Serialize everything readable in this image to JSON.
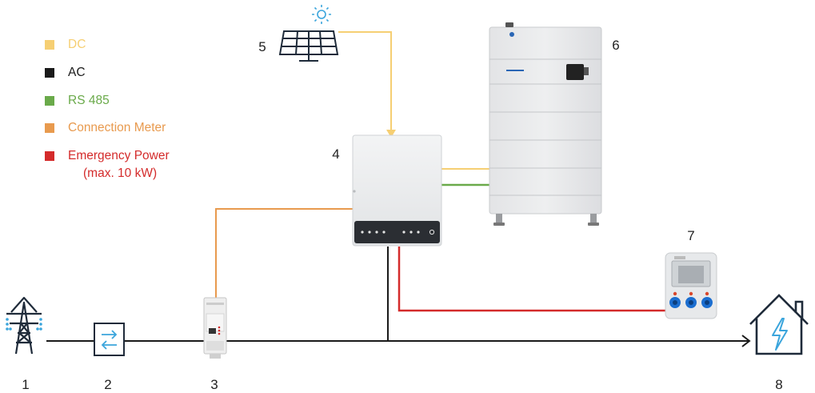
{
  "colors": {
    "dc": "#f6cf73",
    "ac": "#1a1a1a",
    "rs485": "#6aaa4a",
    "meter": "#e89a4e",
    "emergency": "#d42b2b",
    "blue_accent": "#3ba5dc",
    "panel_gray": "#e8e9ea"
  },
  "legend": {
    "items": [
      {
        "label": "DC",
        "color": "#f6cf73"
      },
      {
        "label": "AC",
        "color": "#1a1a1a"
      },
      {
        "label": "RS 485",
        "color": "#6aaa4a"
      },
      {
        "label": "Connection Meter",
        "color": "#e89a4e"
      },
      {
        "label": "Emergency Power",
        "sublabel": "(max. 10 kW)",
        "color": "#d42b2b"
      }
    ]
  },
  "components": {
    "grid_pylon": {
      "number": "1",
      "icon": "power-pylon-icon"
    },
    "switch_box": {
      "number": "2",
      "icon": "bidirectional-arrows-icon"
    },
    "energy_meter": {
      "number": "3",
      "icon": "din-rail-meter-icon"
    },
    "inverter": {
      "number": "4",
      "icon": "hybrid-inverter-icon"
    },
    "solar_panel": {
      "number": "5",
      "icon": "solar-panel-icon"
    },
    "battery_stack": {
      "number": "6",
      "icon": "battery-stack-icon"
    },
    "emergency_outlet": {
      "number": "7",
      "icon": "socket-box-icon"
    },
    "house": {
      "number": "8",
      "icon": "house-lightning-icon"
    }
  }
}
